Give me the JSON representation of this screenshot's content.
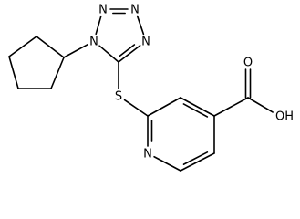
{
  "structure": {
    "atoms": [
      {
        "id": "n1",
        "symbol": "N",
        "label": "N",
        "anchor": "middle"
      },
      {
        "id": "n2",
        "symbol": "N",
        "label": "N",
        "anchor": "middle"
      },
      {
        "id": "n3",
        "symbol": "N",
        "label": "N",
        "anchor": "middle"
      },
      {
        "id": "n4",
        "symbol": "N",
        "label": "N",
        "anchor": "middle"
      },
      {
        "id": "c5",
        "symbol": "C",
        "label": "",
        "anchor": "middle"
      },
      {
        "id": "cp1",
        "symbol": "C",
        "label": "",
        "anchor": "middle"
      },
      {
        "id": "cp2",
        "symbol": "C",
        "label": "",
        "anchor": "middle"
      },
      {
        "id": "cp3",
        "symbol": "C",
        "label": "",
        "anchor": "middle"
      },
      {
        "id": "cp4",
        "symbol": "C",
        "label": "",
        "anchor": "middle"
      },
      {
        "id": "cp5",
        "symbol": "C",
        "label": "",
        "anchor": "middle"
      },
      {
        "id": "s",
        "symbol": "S",
        "label": "S",
        "anchor": "middle"
      },
      {
        "id": "py2",
        "symbol": "C",
        "label": "",
        "anchor": "middle"
      },
      {
        "id": "pyn",
        "symbol": "N",
        "label": "N",
        "anchor": "middle"
      },
      {
        "id": "py6",
        "symbol": "C",
        "label": "",
        "anchor": "middle"
      },
      {
        "id": "py5",
        "symbol": "C",
        "label": "",
        "anchor": "middle"
      },
      {
        "id": "py4",
        "symbol": "C",
        "label": "",
        "anchor": "middle"
      },
      {
        "id": "py3",
        "symbol": "C",
        "label": "",
        "anchor": "middle"
      },
      {
        "id": "cooh_c",
        "symbol": "C",
        "label": "",
        "anchor": "middle"
      },
      {
        "id": "cooh_o",
        "symbol": "O",
        "label": "O",
        "anchor": "middle"
      },
      {
        "id": "cooh_oh",
        "symbol": "O",
        "label": "OH",
        "anchor": "start"
      }
    ],
    "bonds": [
      {
        "a": "n1",
        "b": "n2",
        "order": 1
      },
      {
        "a": "n2",
        "b": "n3",
        "order": 2
      },
      {
        "a": "n3",
        "b": "n4",
        "order": 1
      },
      {
        "a": "n4",
        "b": "c5",
        "order": 2
      },
      {
        "a": "c5",
        "b": "n1",
        "order": 1
      },
      {
        "a": "n1",
        "b": "cp1",
        "order": 1
      },
      {
        "a": "cp1",
        "b": "cp2",
        "order": 1
      },
      {
        "a": "cp2",
        "b": "cp3",
        "order": 1
      },
      {
        "a": "cp3",
        "b": "cp4",
        "order": 1
      },
      {
        "a": "cp4",
        "b": "cp5",
        "order": 1
      },
      {
        "a": "cp5",
        "b": "cp1",
        "order": 1
      },
      {
        "a": "c5",
        "b": "s",
        "order": 1
      },
      {
        "a": "s",
        "b": "py2",
        "order": 1
      },
      {
        "a": "py2",
        "b": "pyn",
        "order": 2
      },
      {
        "a": "pyn",
        "b": "py6",
        "order": 1
      },
      {
        "a": "py6",
        "b": "py5",
        "order": 2
      },
      {
        "a": "py5",
        "b": "py4",
        "order": 1
      },
      {
        "a": "py4",
        "b": "py3",
        "order": 2
      },
      {
        "a": "py3",
        "b": "py2",
        "order": 1
      },
      {
        "a": "py4",
        "b": "cooh_c",
        "order": 1
      },
      {
        "a": "cooh_c",
        "b": "cooh_o",
        "order": 2
      },
      {
        "a": "cooh_c",
        "b": "cooh_oh",
        "order": 1
      }
    ]
  }
}
